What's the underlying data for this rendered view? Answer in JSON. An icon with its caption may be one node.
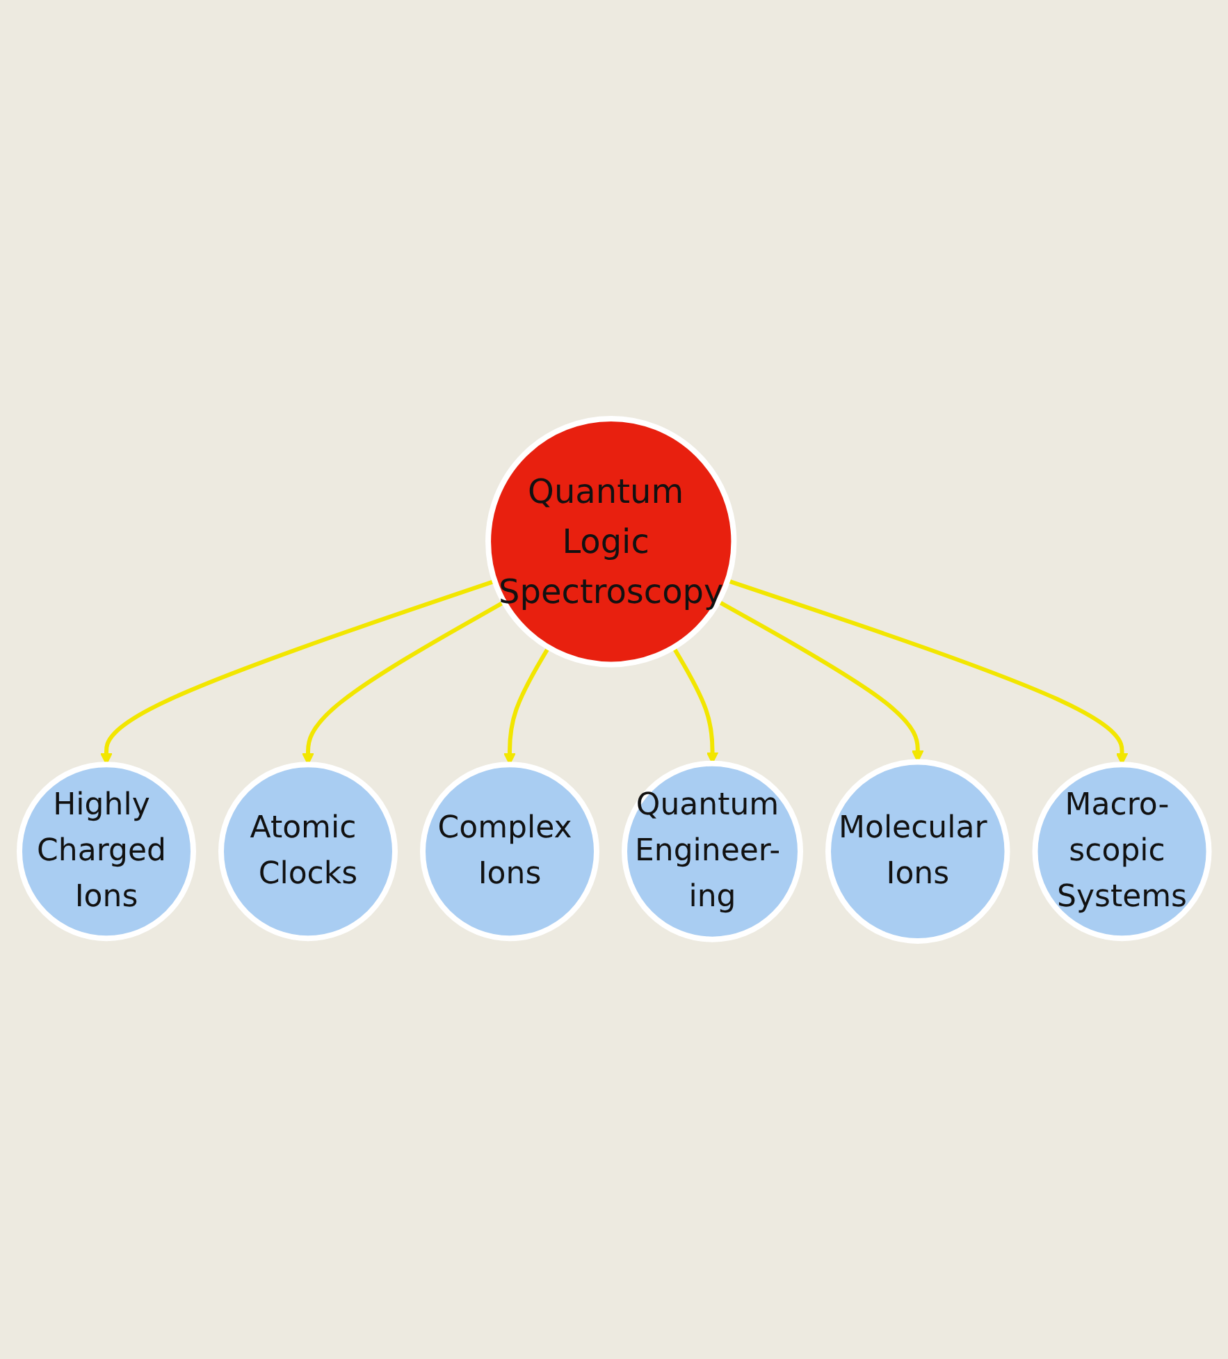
{
  "diagram": {
    "nodes": [
      {
        "text": [
          "Highly Charged Ions"
        ]
      },
      {
        "text": [
          "Atomic Clocks"
        ]
      },
      {
        "text": [
          "Complex Ions"
        ]
      },
      {
        "text": [
          "Quantum Logic Spectroscopy"
        ]
      },
      {
        "text": [
          "Quantum Engineer- ing"
        ]
      },
      {
        "text": [
          "Molecular Ions"
        ]
      },
      {
        "text": [
          "Macro- scopic Systems"
        ]
      }
    ],
    "edges": [
      {
        "from": 3,
        "to": 0,
        "arrow": "to"
      },
      {
        "from": 3,
        "to": 1,
        "arrow": "to"
      },
      {
        "from": 3,
        "to": 2,
        "arrow": "to"
      },
      {
        "from": 3,
        "to": 4,
        "arrow": "to"
      },
      {
        "from": 3,
        "to": 5,
        "arrow": "to"
      },
      {
        "from": 3,
        "to": 6,
        "arrow": "to"
      }
    ]
  }
}
